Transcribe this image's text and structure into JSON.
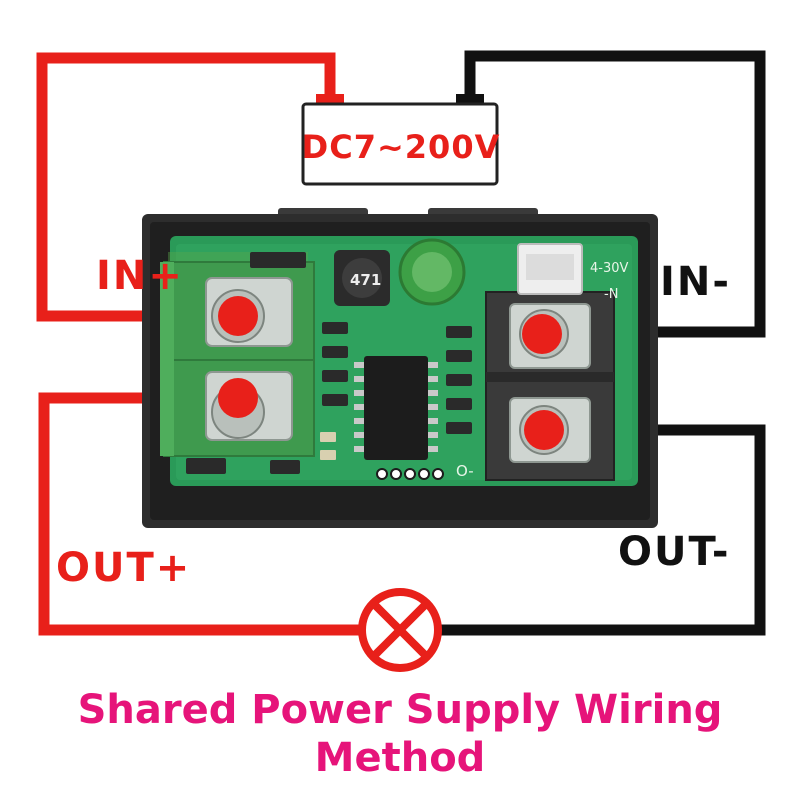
{
  "diagram": {
    "supply_label": "DC7~200V",
    "labels": {
      "in_plus": "IN+",
      "in_minus": "IN-",
      "out_plus": "OUT+",
      "out_minus": "OUT-"
    },
    "board_markings": {
      "inductor": "471",
      "voltage_range": "4-30V",
      "pin_marking": "-N",
      "out_marking": "O-"
    },
    "caption_line1": "Shared Power Supply Wiring",
    "caption_line2": "Method"
  },
  "colors": {
    "positive_wire": "#e8201a",
    "negative_wire": "#111111",
    "caption": "#e6147a",
    "pcb": "#2a9a58",
    "terminal_green": "#3f9a4e",
    "enclosure": "#2d2d2d"
  },
  "icons": [
    "load-lamp-icon"
  ]
}
